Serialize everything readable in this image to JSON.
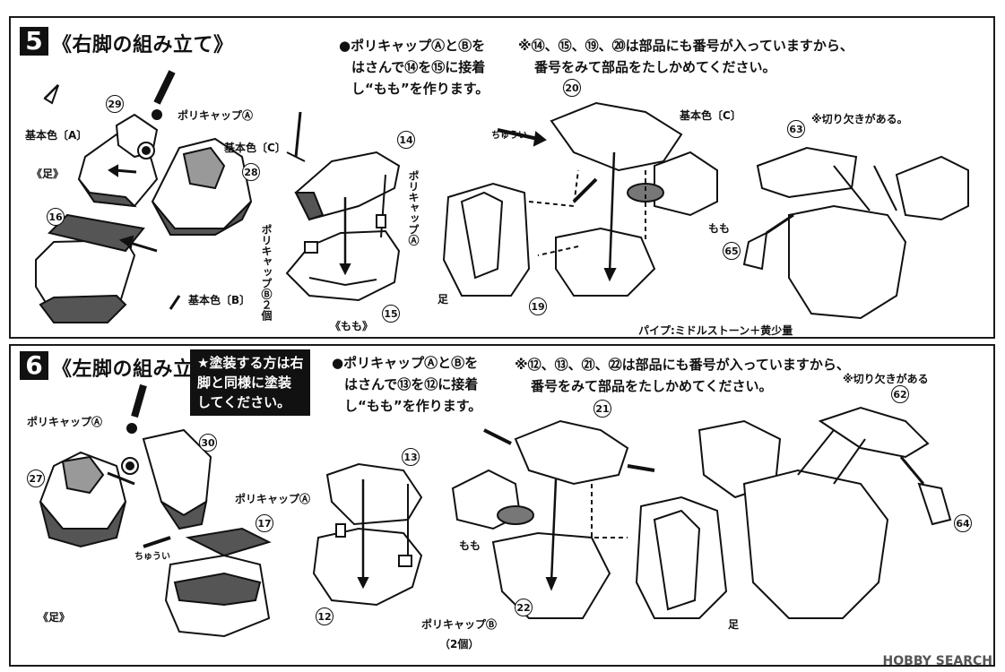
{
  "step5": {
    "number": "5",
    "title": "《右脚の組み立て》",
    "instruction": [
      "●ポリキャップⒶとⒷを",
      "はさんで⑭を⑮に接着",
      "し“もも”を作ります。"
    ],
    "notice": [
      "※⑭、⑮、⑲、⑳は部品にも番号が入っていますから、",
      "番号をみて部品をたしかめてください。"
    ],
    "labels": {
      "polycap_a": "ポリキャップⒶ",
      "base_color_a": "基本色〔A〕",
      "base_color_c1": "基本色〔C〕",
      "base_color_c2": "基本色〔C〕",
      "base_color_b": "基本色〔B〕",
      "foot": "《足》",
      "thigh_caption": "《もも》",
      "momo": "もも",
      "ashi": "足",
      "pipe": "パイプ:ミドルストーン＋黄少量",
      "notch": "※切り欠きがある。",
      "polycap_a_vert": "ポリキャップⒶ",
      "polycap_b_vert": "ポリキャップⒷ２個",
      "chuui": "ちゅうい"
    },
    "parts": [
      "29",
      "28",
      "16",
      "14",
      "15",
      "20",
      "19",
      "63",
      "65"
    ]
  },
  "step6": {
    "number": "6",
    "title": "《左脚の組み立て》",
    "paint_note": [
      "★塗装する方は右",
      "脚と同様に塗装",
      "してください。"
    ],
    "instruction": [
      "●ポリキャップⒶとⒷを",
      "はさんで⑬を⑫に接着",
      "し“もも”を作ります。"
    ],
    "notice": [
      "※⑫、⑬、㉑、㉒は部品にも番号が入っていますから、",
      "番号をみて部品をたしかめてください。"
    ],
    "labels": {
      "polycap_a1": "ポリキャップⒶ",
      "polycap_a2": "ポリキャップⒶ",
      "polycap_b": "ポリキャップⒷ",
      "polycap_b_count": "（2個）",
      "foot": "《足》",
      "momo": "もも",
      "ashi": "足",
      "notch": "※切り欠きがある",
      "chuui": "ちゅうい"
    },
    "parts": [
      "27",
      "30",
      "17",
      "13",
      "12",
      "21",
      "22",
      "62",
      "64"
    ]
  },
  "watermark": "HOBBY SEARCH"
}
